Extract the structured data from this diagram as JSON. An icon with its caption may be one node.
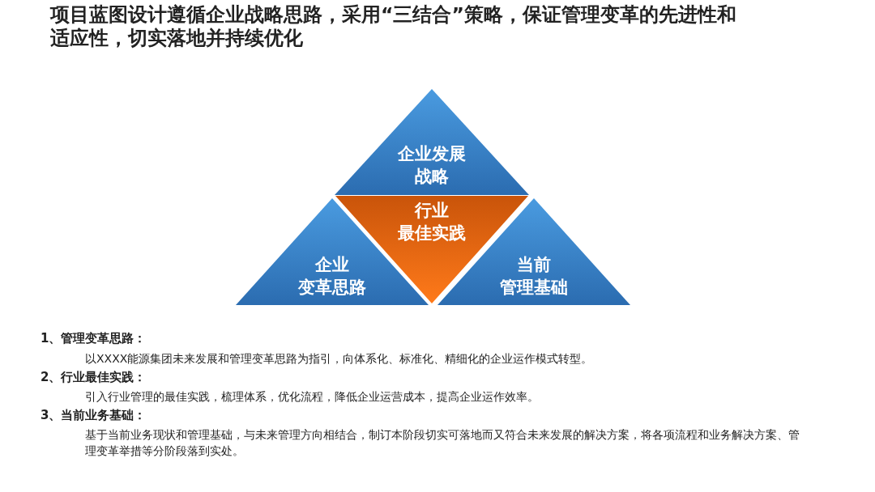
{
  "diagram": {
    "title": "项目蓝图设计遵循企业战略思路，采用“三结合”策略，保证管理变革的先进性和适应性，切实落地并持续优化",
    "nodes": [
      {
        "text": [
          "企业发展战略"
        ]
      },
      {
        "text": [
          "行业最佳实践"
        ]
      },
      {
        "text": [
          "企业变革思路"
        ]
      },
      {
        "text": [
          "当前管理基础"
        ]
      }
    ],
    "labels": [
      "1、管理变革思路：",
      "以XXXX能源集团未来发展和管理变革思路为指引，向体系化、标准化、精细化的企业运作模式转型。",
      "2、行业最佳实践：",
      "引入行业管理的最佳实践，梳理体系，优化流程，降低企业运营成本，提高企业运作效率。",
      "3、当前业务基础：",
      "基于当前业务现状和管理基础，与未来管理方向相结合，制订本阶段切实可落地而又符合未来发展的解决方案，将各项流程和业务解决方案、管理变革举措等分阶段落到实处。"
    ]
  }
}
